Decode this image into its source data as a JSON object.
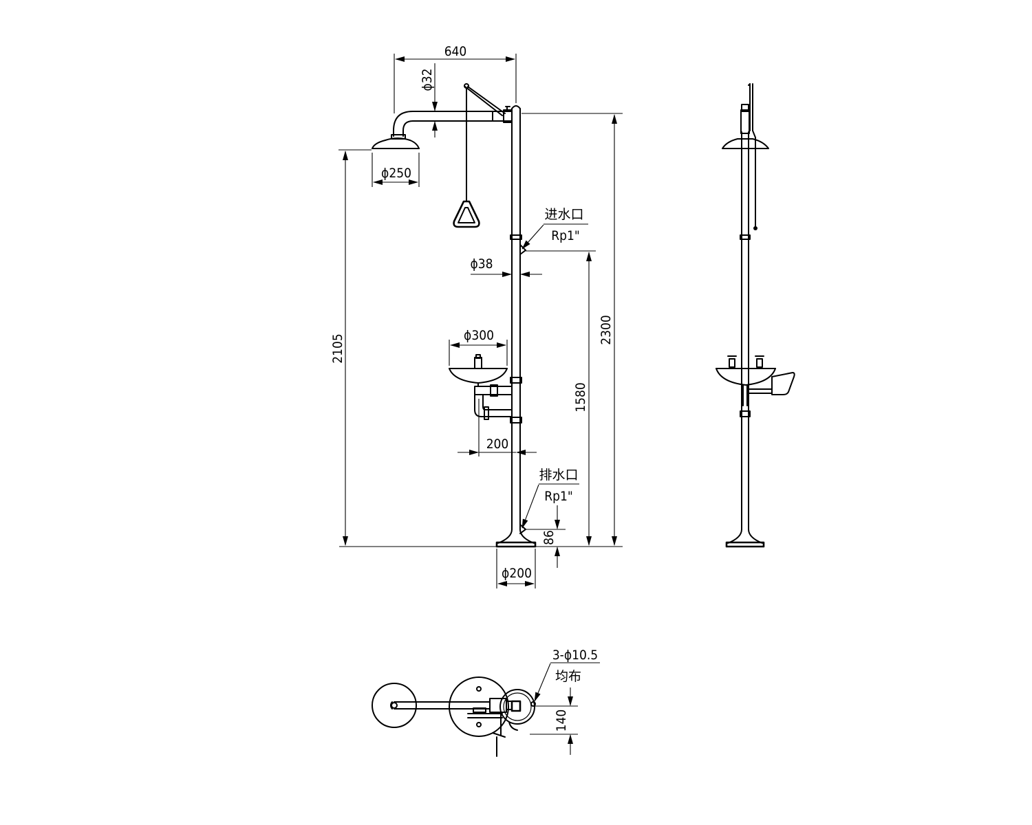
{
  "dimensions": {
    "arm_reach": "640",
    "arm_pipe_dia": "ϕ32",
    "shower_head_dia": "ϕ250",
    "main_pipe_dia": "ϕ38",
    "eyewash_bowl_dia": "ϕ300",
    "bowl_offset": "200",
    "shower_height": "2105",
    "total_height": "2300",
    "inlet_height": "1580",
    "drain_height": "86",
    "base_dia": "ϕ200",
    "anchor_holes": "3-ϕ10.5",
    "anchor_spacing": "140"
  },
  "labels": {
    "inlet_name": "进水口",
    "inlet_thread": "Rp1\"",
    "drain_name": "排水口",
    "drain_thread": "Rp1\"",
    "holes_distribution": "均布"
  }
}
